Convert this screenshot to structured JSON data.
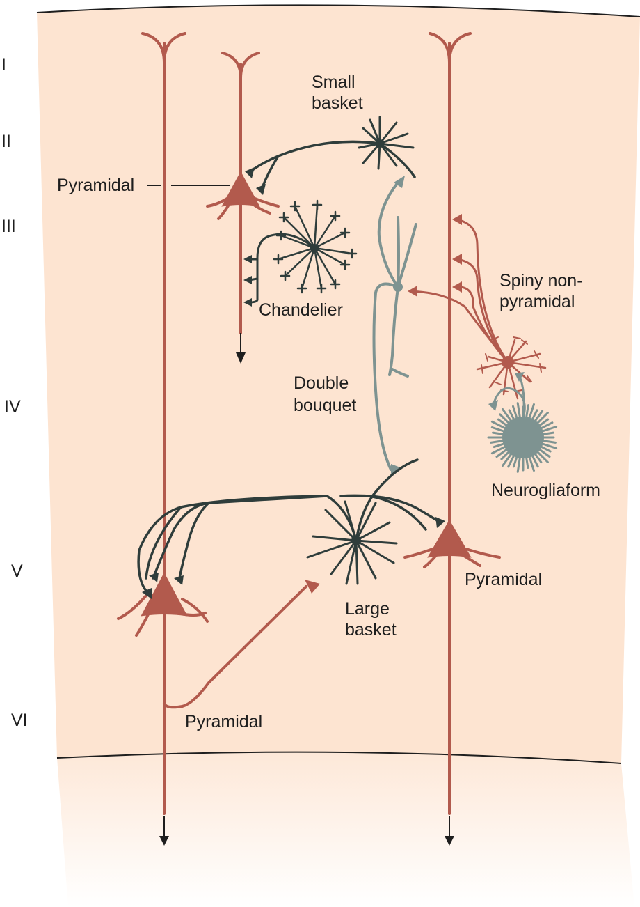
{
  "layers": [
    "I",
    "II",
    "III",
    "IV",
    "V",
    "VI"
  ],
  "labels": {
    "small_basket": [
      "Small",
      "basket"
    ],
    "pyramidal_upper": "Pyramidal",
    "chandelier": "Chandelier",
    "spiny_nonpyramidal": [
      "Spiny non-",
      "pyramidal"
    ],
    "double_bouquet": [
      "Double",
      "bouquet"
    ],
    "neurogliaform": "Neurogliaform",
    "pyramidal_right": "Pyramidal",
    "large_basket": [
      "Large",
      "basket"
    ],
    "pyramidal_lower": "Pyramidal"
  },
  "colors": {
    "cortex": "#fde4d1",
    "pyramidal": "#b25a4d",
    "dark_interneuron": "#2f3d3b",
    "glial_gray": "#7e9391",
    "text": "#1e1e1e"
  }
}
